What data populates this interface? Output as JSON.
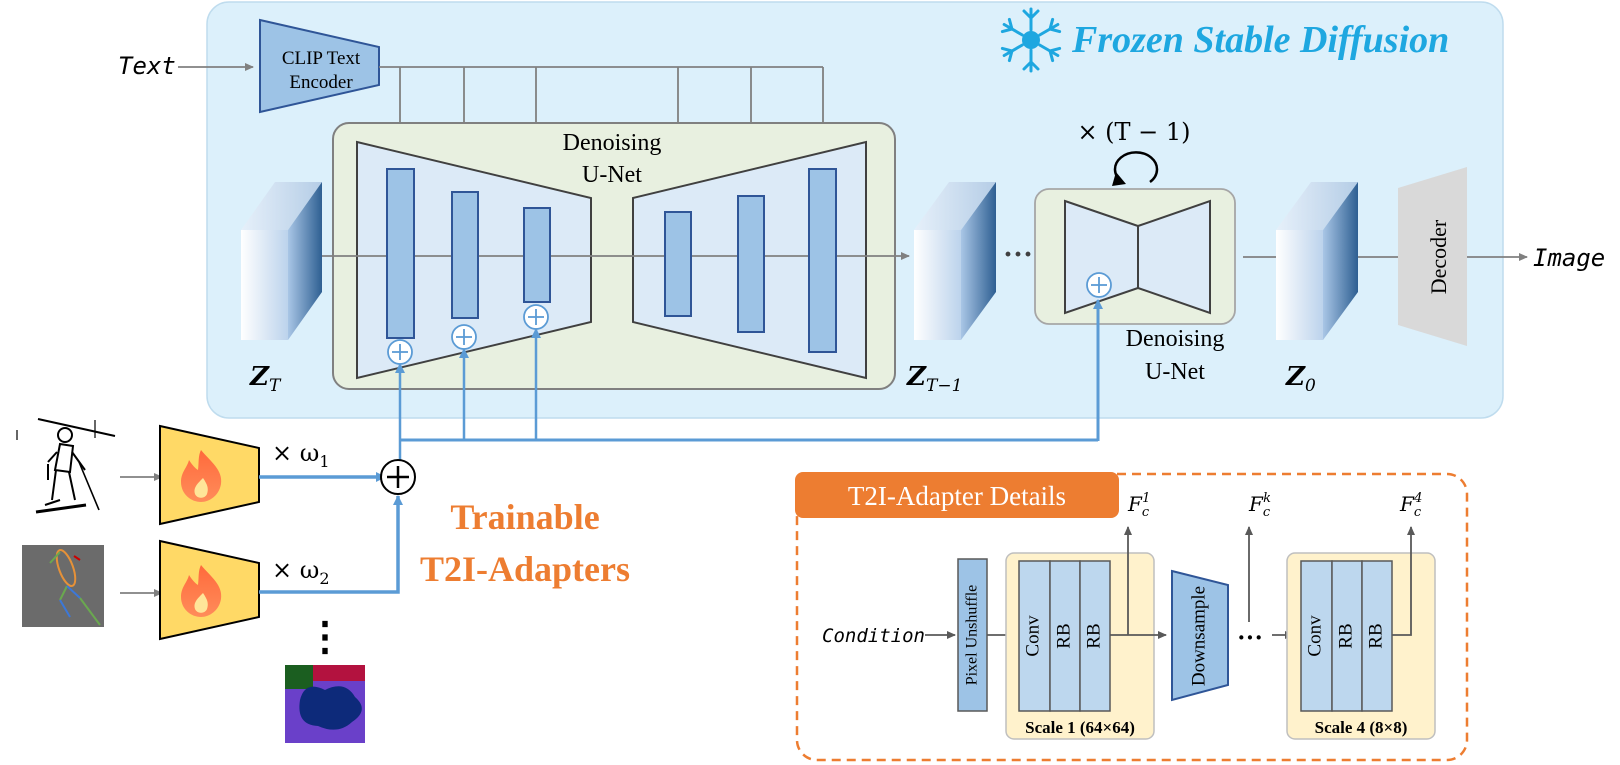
{
  "frozen_title": "Frozen Stable Diffusion",
  "clip_encoder": [
    "CLIP Text",
    "Encoder"
  ],
  "text_input": "Text",
  "unet_label": [
    "Denoising",
    "U-Net"
  ],
  "repeat_label": "× (T − 1)",
  "latents": {
    "zT": "Z",
    "zT_sub": "T",
    "zT1": "Z",
    "zT1_sub": "T−1",
    "z0": "Z",
    "z0_sub": "0"
  },
  "ellipsis": "···",
  "decoder": "Decoder",
  "image_output": "Image",
  "weights": {
    "w1": "× ω",
    "w1_sub": "1",
    "w2": "× ω",
    "w2_sub": "2"
  },
  "vertical_dots": "⋮",
  "trainable_label": [
    "Trainable",
    "T2I-Adapters"
  ],
  "details": {
    "title": "T2I-Adapter Details",
    "condition": "Condition",
    "pixel_unshuffle": "Pixel Unshuffle",
    "conv": "Conv",
    "rb": "RB",
    "downsample": "Downsample",
    "dots": "···",
    "scale1": "Scale 1 (64×64)",
    "scale4": "Scale 4 (8×8)",
    "f1": "F",
    "f1_sub": "c",
    "f1_sup": "1",
    "fk": "F",
    "fk_sub": "c",
    "fk_sup": "k",
    "f4": "F",
    "f4_sub": "c",
    "f4_sup": "4"
  },
  "colors": {
    "frozen_bg": "#dcf0fb",
    "frozen_title": "#1ea7e0",
    "unet_bg": "#e8f0e0",
    "block": "#9dc3e6",
    "block_stroke": "#2f5597",
    "adapter_line": "#5b9bd5",
    "adapter_fill": "#ffd966",
    "trainable": "#ed7d31",
    "details_bg": "#fff2cc"
  }
}
